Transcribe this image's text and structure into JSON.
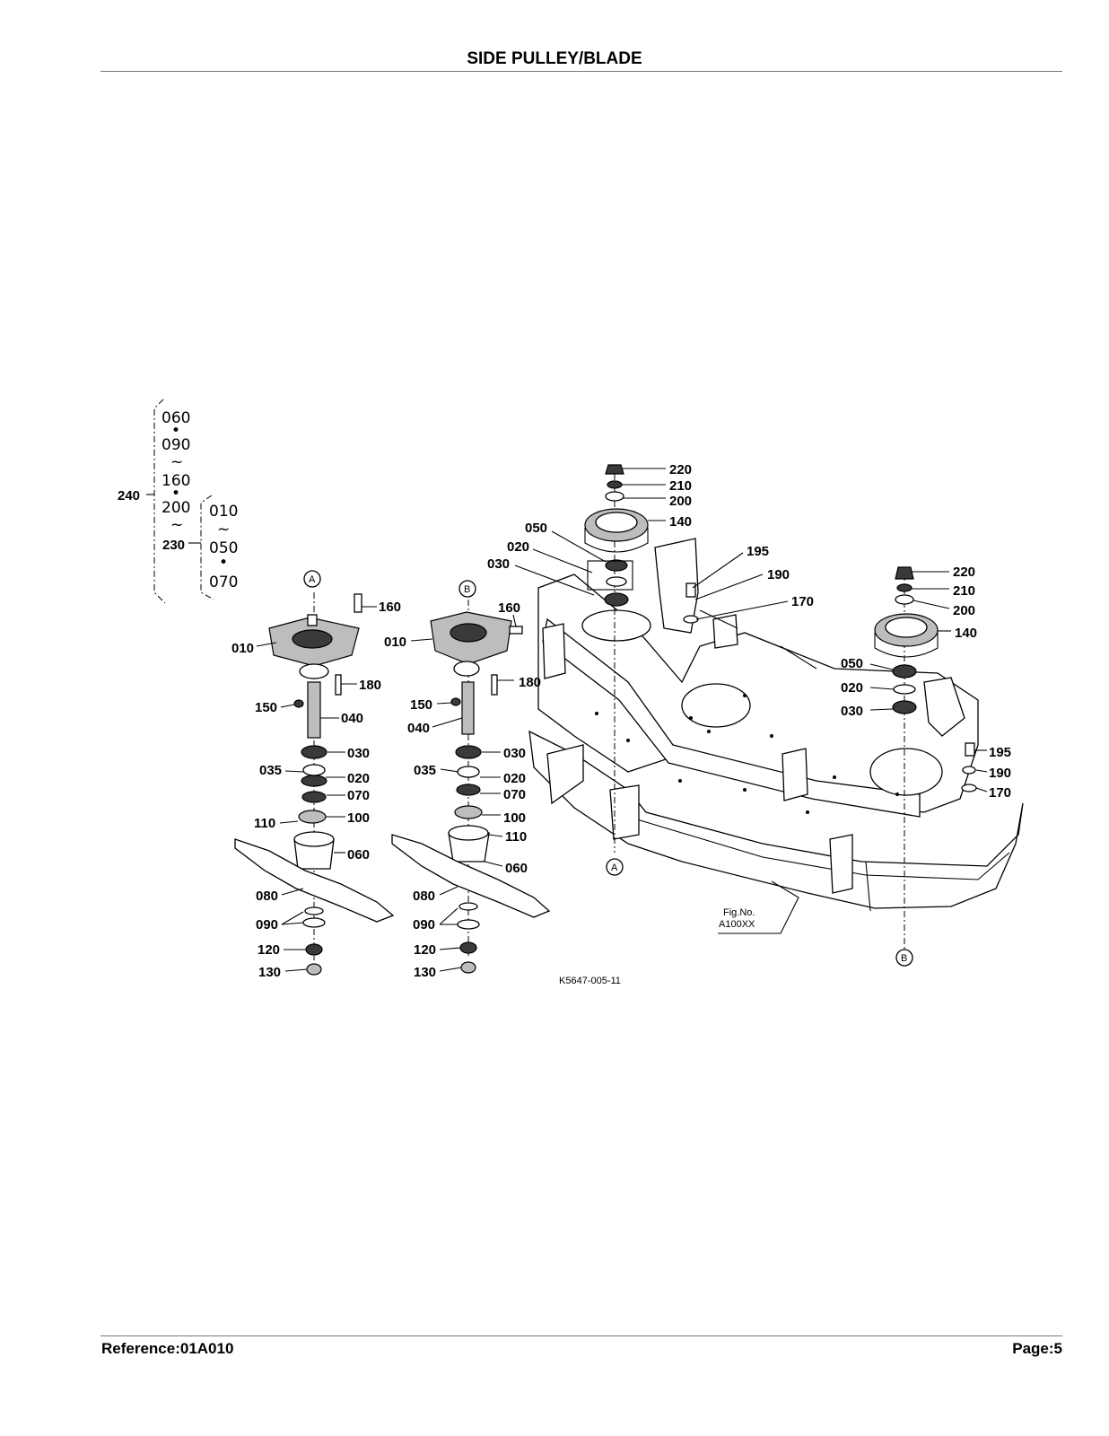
{
  "header": {
    "title": "SIDE PULLEY/BLADE"
  },
  "footer": {
    "reference": "Reference:01A010",
    "page": "Page:5"
  },
  "diagram": {
    "figure_code": "K5647-005-11",
    "fig_ref_line1": "Fig.No.",
    "fig_ref_line2": "A100XX",
    "marker_a": "A",
    "marker_b": "B",
    "group_240": {
      "label": "240",
      "column": [
        "060",
        "•",
        "090",
        "~",
        "160",
        "•",
        "200",
        "~"
      ],
      "sub_label": "230",
      "sub_column": [
        "010",
        "~",
        "050",
        "•",
        "070"
      ]
    },
    "callouts_left": [
      "160",
      "010",
      "180",
      "150",
      "040",
      "030",
      "035",
      "020",
      "070",
      "110",
      "100",
      "060",
      "080",
      "090",
      "120",
      "130"
    ],
    "callouts_middle": [
      "160",
      "010",
      "180",
      "150",
      "040",
      "030",
      "035",
      "020",
      "070",
      "100",
      "110",
      "060",
      "080",
      "090",
      "120",
      "130"
    ],
    "callouts_center": [
      "220",
      "210",
      "200",
      "140",
      "050",
      "020",
      "030",
      "195",
      "190",
      "170"
    ],
    "callouts_right": [
      "220",
      "210",
      "200",
      "140",
      "050",
      "020",
      "030",
      "195",
      "190",
      "170"
    ]
  }
}
